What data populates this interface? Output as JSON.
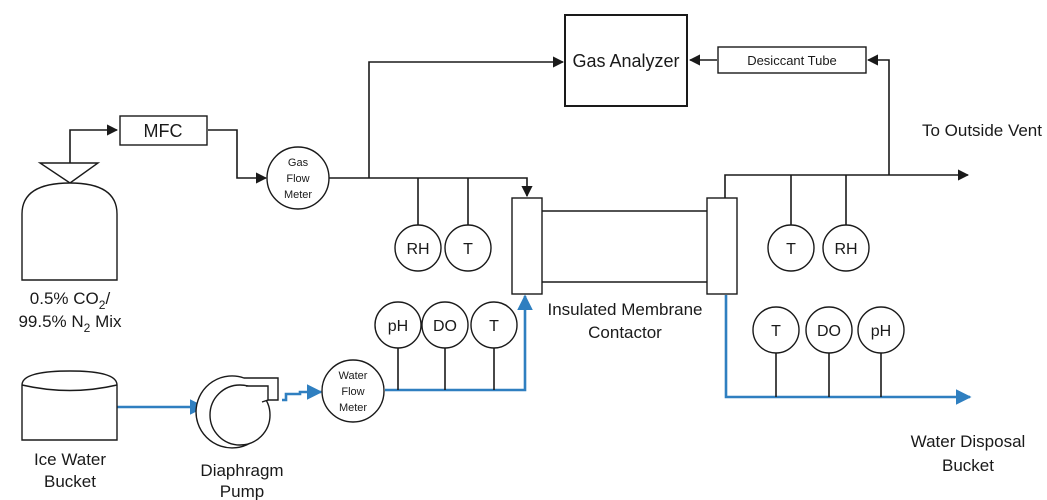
{
  "components": {
    "gas_analyzer": "Gas Analyzer",
    "desiccant_tube": "Desiccant Tube",
    "mfc": "MFC",
    "gas_flow_meter": [
      "Gas",
      "Flow",
      "Meter"
    ],
    "water_flow_meter": [
      "Water",
      "Flow",
      "Meter"
    ],
    "membrane_contactor": [
      "Insulated Membrane",
      "Contactor"
    ],
    "cylinder_label": {
      "line1_main": "0.5% CO",
      "line1_sub": "2",
      "line1_end": "/",
      "line2_main": "99.5% N",
      "line2_sub": "2",
      "line2_end": " Mix"
    },
    "ice_bucket": [
      "Ice Water",
      "Bucket"
    ],
    "pump": [
      "Diaphragm",
      "Pump"
    ],
    "outside_vent": "To Outside Vent",
    "disposal": [
      "Water Disposal",
      "Bucket"
    ]
  },
  "sensors": {
    "gas_in_rh": "RH",
    "gas_in_t": "T",
    "water_in_ph": "pH",
    "water_in_do": "DO",
    "water_in_t": "T",
    "gas_out_t": "T",
    "gas_out_rh": "RH",
    "water_out_t": "T",
    "water_out_do": "DO",
    "water_out_ph": "pH"
  },
  "colors": {
    "water_line": "#2f7fc0",
    "gas_line": "#1a1a1a"
  }
}
